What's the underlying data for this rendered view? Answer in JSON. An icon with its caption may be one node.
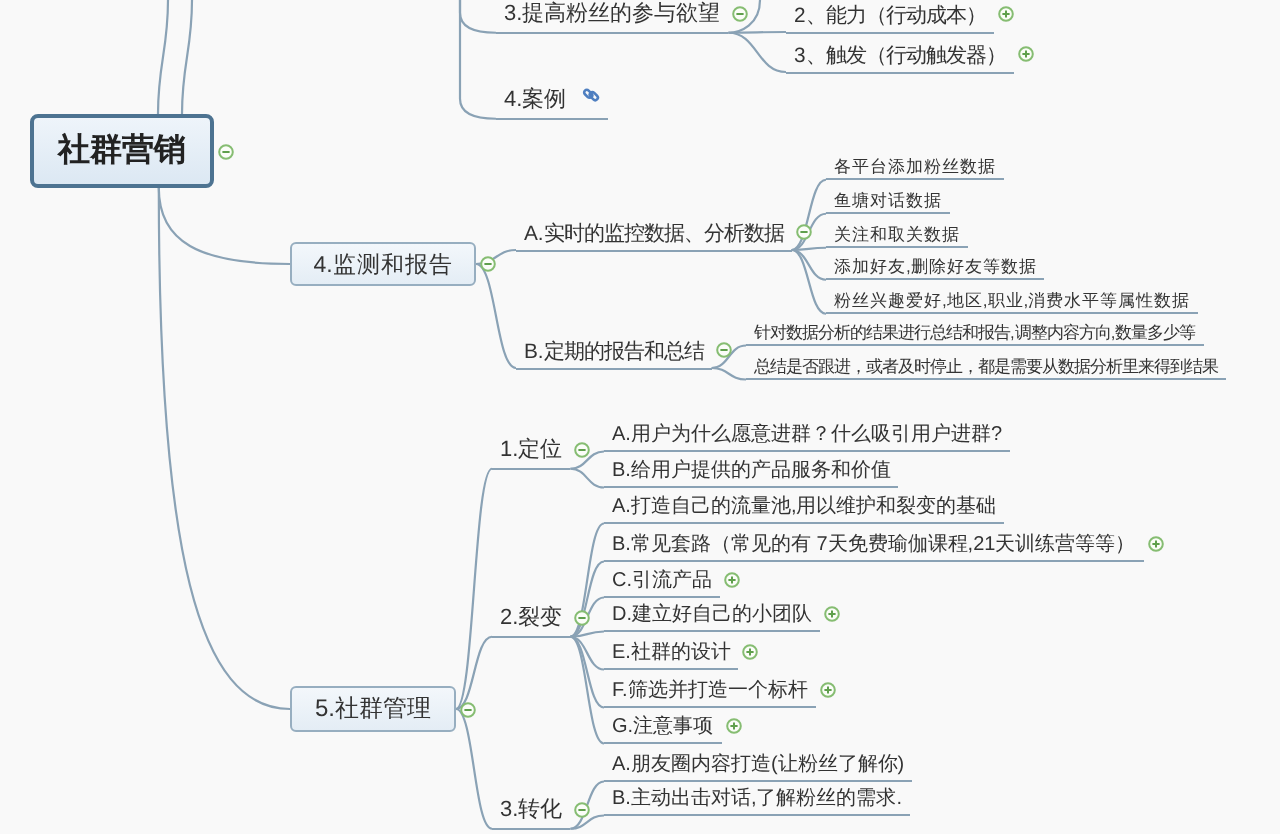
{
  "diagram": {
    "nodes": [
      {
        "text": [
          "3.提高粉丝的参与欲望"
        ]
      },
      {
        "text": [
          "2、能力（行动成本）"
        ]
      },
      {
        "text": [
          "3、触发（行动触发器）"
        ]
      },
      {
        "text": [
          "4.案例"
        ]
      },
      {
        "text": [
          "社群营销"
        ]
      },
      {
        "text": [
          "4.监测和报告"
        ]
      },
      {
        "text": [
          "A.实时的监控数据、分析数据"
        ]
      },
      {
        "text": [
          "各平台添加粉丝数据"
        ]
      },
      {
        "text": [
          "鱼塘对话数据"
        ]
      },
      {
        "text": [
          "关注和取关数据"
        ]
      },
      {
        "text": [
          "添加好友,删除好友等数据"
        ]
      },
      {
        "text": [
          "粉丝兴趣爱好,地区,职业,消费水平等属性数据"
        ]
      },
      {
        "text": [
          "B.定期的报告和总结"
        ]
      },
      {
        "text": [
          "针对数据分析的结果进行总结和报告,调整内容方向,数量多少等"
        ]
      },
      {
        "text": [
          "总结是否跟进，或者及时停止，都是需要从数据分析里来得到结果"
        ]
      },
      {
        "text": [
          "5.社群管理"
        ]
      },
      {
        "text": [
          "1.定位"
        ]
      },
      {
        "text": [
          "A.用户为什么愿意进群？什么吸引用户进群?"
        ]
      },
      {
        "text": [
          "B.给用户提供的产品服务和价值"
        ]
      },
      {
        "text": [
          "2.裂变"
        ]
      },
      {
        "text": [
          "A.打造自己的流量池,用以维护和裂变的基础"
        ]
      },
      {
        "text": [
          "B.常见套路（常见的有 7天免费瑜伽课程,21天训练营等等）"
        ]
      },
      {
        "text": [
          "C.引流产品"
        ]
      },
      {
        "text": [
          "D.建立好自己的小团队"
        ]
      },
      {
        "text": [
          "E.社群的设计"
        ]
      },
      {
        "text": [
          "F.筛选并打造一个标杆"
        ]
      },
      {
        "text": [
          "G.注意事项"
        ]
      },
      {
        "text": [
          "3.转化"
        ]
      },
      {
        "text": [
          "A.朋友圈内容打造(让粉丝了解你)"
        ]
      },
      {
        "text": [
          "B.主动出击对话,了解粉丝的需求."
        ]
      }
    ],
    "edges": [
      {
        "from": null,
        "to": 0,
        "arrow": "none"
      },
      {
        "from": null,
        "to": 3,
        "arrow": "none"
      },
      {
        "from": 0,
        "to": null,
        "arrow": "none"
      },
      {
        "from": 0,
        "to": 1,
        "arrow": "none"
      },
      {
        "from": 0,
        "to": 2,
        "arrow": "none"
      },
      {
        "from": 4,
        "to": null,
        "arrow": "none"
      },
      {
        "from": 4,
        "to": null,
        "arrow": "none"
      },
      {
        "from": 4,
        "to": 5,
        "arrow": "none"
      },
      {
        "from": 4,
        "to": 15,
        "arrow": "none"
      },
      {
        "from": 5,
        "to": 6,
        "arrow": "none"
      },
      {
        "from": 5,
        "to": 12,
        "arrow": "none"
      },
      {
        "from": 6,
        "to": 7,
        "arrow": "none"
      },
      {
        "from": 6,
        "to": 8,
        "arrow": "none"
      },
      {
        "from": 6,
        "to": 9,
        "arrow": "none"
      },
      {
        "from": 6,
        "to": 10,
        "arrow": "none"
      },
      {
        "from": 6,
        "to": 11,
        "arrow": "none"
      },
      {
        "from": 12,
        "to": 13,
        "arrow": "none"
      },
      {
        "from": 12,
        "to": 14,
        "arrow": "none"
      },
      {
        "from": 15,
        "to": 16,
        "arrow": "none"
      },
      {
        "from": 15,
        "to": 19,
        "arrow": "none"
      },
      {
        "from": 15,
        "to": 27,
        "arrow": "none"
      },
      {
        "from": 16,
        "to": 17,
        "arrow": "none"
      },
      {
        "from": 16,
        "to": 18,
        "arrow": "none"
      },
      {
        "from": 19,
        "to": 20,
        "arrow": "none"
      },
      {
        "from": 19,
        "to": 21,
        "arrow": "none"
      },
      {
        "from": 19,
        "to": 22,
        "arrow": "none"
      },
      {
        "from": 19,
        "to": 23,
        "arrow": "none"
      },
      {
        "from": 19,
        "to": 24,
        "arrow": "none"
      },
      {
        "from": 19,
        "to": 25,
        "arrow": "none"
      },
      {
        "from": 19,
        "to": 26,
        "arrow": "none"
      },
      {
        "from": 27,
        "to": 28,
        "arrow": "none"
      },
      {
        "from": 27,
        "to": 29,
        "arrow": "none"
      }
    ]
  }
}
